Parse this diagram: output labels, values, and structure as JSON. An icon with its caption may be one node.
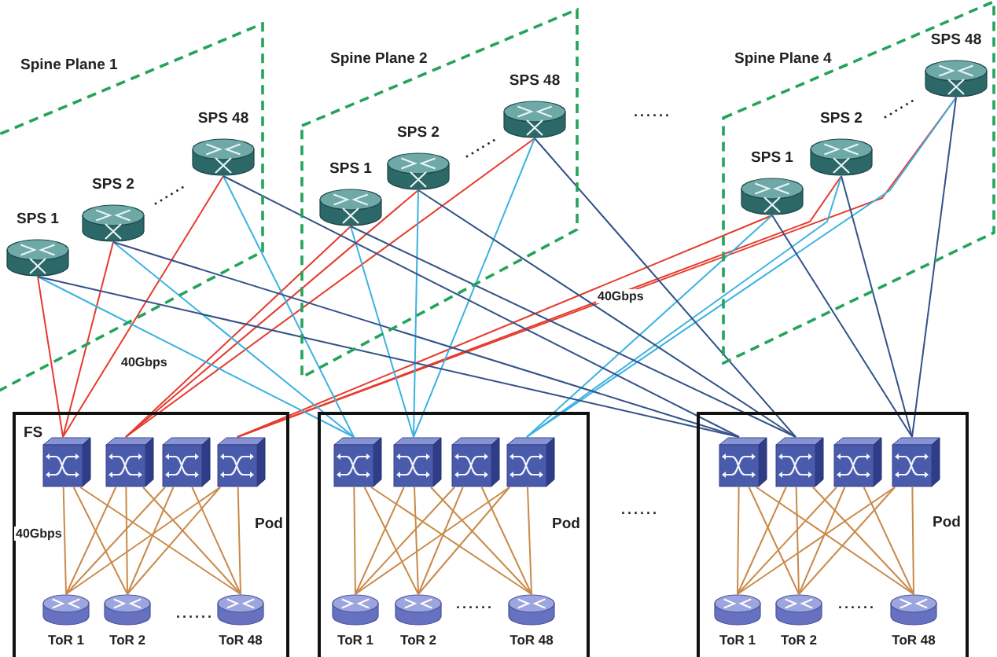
{
  "diagram": {
    "nodes": [
      {
        "text": [
          "Spine Plane 1"
        ]
      },
      {
        "text": [
          "SPS 1"
        ],
        "in": 0
      },
      {
        "text": [
          "SPS 2"
        ],
        "in": 0
      },
      {
        "text": [
          "SPS 48"
        ],
        "in": 0
      },
      {
        "text": [
          "Spine Plane 2"
        ]
      },
      {
        "text": [
          "SPS 1"
        ],
        "in": 4
      },
      {
        "text": [
          "SPS 2"
        ],
        "in": 4
      },
      {
        "text": [
          "SPS 48"
        ],
        "in": 4
      },
      {
        "text": [
          "Spine Plane 4"
        ]
      },
      {
        "text": [
          "SPS 1"
        ],
        "in": 8
      },
      {
        "text": [
          "SPS 2"
        ],
        "in": 8
      },
      {
        "text": [
          "SPS 48"
        ],
        "in": 8
      },
      {
        "text": [
          "FS",
          "Pod"
        ]
      },
      {
        "text": [],
        "shape": "box",
        "in": 12
      },
      {
        "text": [],
        "shape": "box",
        "in": 12
      },
      {
        "text": [],
        "shape": "box",
        "in": 12
      },
      {
        "text": [],
        "shape": "box",
        "in": 12
      },
      {
        "text": [
          "ToR 1"
        ],
        "in": 12
      },
      {
        "text": [
          "ToR 2"
        ],
        "in": 12
      },
      {
        "text": [
          "ToR 48"
        ],
        "in": 12
      },
      {
        "text": [
          "Pod"
        ]
      },
      {
        "text": [],
        "shape": "box",
        "in": 20
      },
      {
        "text": [],
        "shape": "box",
        "in": 20
      },
      {
        "text": [],
        "shape": "box",
        "in": 20
      },
      {
        "text": [],
        "shape": "box",
        "in": 20
      },
      {
        "text": [
          "ToR 1"
        ],
        "in": 20
      },
      {
        "text": [
          "ToR 2"
        ],
        "in": 20
      },
      {
        "text": [
          "ToR 48"
        ],
        "in": 20
      },
      {
        "text": [
          "Pod"
        ]
      },
      {
        "text": [],
        "shape": "box",
        "in": 28
      },
      {
        "text": [],
        "shape": "box",
        "in": 28
      },
      {
        "text": [],
        "shape": "box",
        "in": 28
      },
      {
        "text": [],
        "shape": "box",
        "in": 28
      },
      {
        "text": [
          "ToR 1"
        ],
        "in": 28
      },
      {
        "text": [
          "ToR 2"
        ],
        "in": 28
      },
      {
        "text": [
          "ToR 48"
        ],
        "in": 28
      }
    ],
    "edges": [
      {
        "from": 1,
        "to": 13,
        "arrow": "none",
        "color": "#e63b2e"
      },
      {
        "from": 2,
        "to": 13,
        "arrow": "none",
        "color": "#e63b2e"
      },
      {
        "from": 3,
        "to": 13,
        "arrow": "none",
        "color": "#e63b2e"
      },
      {
        "from": 5,
        "to": 14,
        "arrow": "none",
        "color": "#e63b2e"
      },
      {
        "from": 6,
        "to": 14,
        "arrow": "none",
        "color": "#e63b2e"
      },
      {
        "from": 7,
        "to": 14,
        "arrow": "none",
        "color": "#e63b2e"
      },
      {
        "from": 9,
        "to": 16,
        "arrow": "none",
        "color": "#e63b2e"
      },
      {
        "from": 10,
        "to": 16,
        "arrow": "none",
        "color": "#e63b2e"
      },
      {
        "from": 11,
        "to": 16,
        "arrow": "none",
        "color": "#e63b2e"
      },
      {
        "from": 1,
        "to": 21,
        "arrow": "none",
        "color": "#3cb2e2"
      },
      {
        "from": 2,
        "to": 21,
        "arrow": "none",
        "color": "#3cb2e2"
      },
      {
        "from": 3,
        "to": 21,
        "arrow": "none",
        "color": "#3cb2e2"
      },
      {
        "from": 5,
        "to": 22,
        "arrow": "none",
        "color": "#3cb2e2"
      },
      {
        "from": 6,
        "to": 22,
        "arrow": "none",
        "color": "#3cb2e2"
      },
      {
        "from": 7,
        "to": 22,
        "arrow": "none",
        "color": "#3cb2e2"
      },
      {
        "from": 9,
        "to": 24,
        "arrow": "none",
        "color": "#3cb2e2"
      },
      {
        "from": 10,
        "to": 24,
        "arrow": "none",
        "color": "#3cb2e2"
      },
      {
        "from": 11,
        "to": 24,
        "arrow": "none",
        "color": "#3cb2e2"
      },
      {
        "from": 1,
        "to": 29,
        "arrow": "none",
        "color": "#33528a"
      },
      {
        "from": 2,
        "to": 29,
        "arrow": "none",
        "color": "#33528a"
      },
      {
        "from": 3,
        "to": 29,
        "arrow": "none",
        "color": "#33528a"
      },
      {
        "from": 5,
        "to": 30,
        "arrow": "none",
        "color": "#33528a"
      },
      {
        "from": 6,
        "to": 30,
        "arrow": "none",
        "color": "#33528a"
      },
      {
        "from": 7,
        "to": 30,
        "arrow": "none",
        "color": "#33528a"
      },
      {
        "from": 9,
        "to": 32,
        "arrow": "none",
        "color": "#33528a"
      },
      {
        "from": 10,
        "to": 32,
        "arrow": "none",
        "color": "#33528a"
      },
      {
        "from": 11,
        "to": 32,
        "arrow": "none",
        "color": "#33528a"
      },
      {
        "from": 13,
        "to": 17,
        "arrow": "none"
      },
      {
        "from": 13,
        "to": 18,
        "arrow": "none"
      },
      {
        "from": 13,
        "to": 19,
        "arrow": "none"
      },
      {
        "from": 14,
        "to": 17,
        "arrow": "none"
      },
      {
        "from": 14,
        "to": 18,
        "arrow": "none"
      },
      {
        "from": 14,
        "to": 19,
        "arrow": "none"
      },
      {
        "from": 15,
        "to": 17,
        "arrow": "none"
      },
      {
        "from": 15,
        "to": 18,
        "arrow": "none"
      },
      {
        "from": 15,
        "to": 19,
        "arrow": "none"
      },
      {
        "from": 16,
        "to": 17,
        "arrow": "none"
      },
      {
        "from": 16,
        "to": 18,
        "arrow": "none"
      },
      {
        "from": 16,
        "to": 19,
        "arrow": "none"
      },
      {
        "from": 21,
        "to": 25,
        "arrow": "none"
      },
      {
        "from": 21,
        "to": 26,
        "arrow": "none"
      },
      {
        "from": 21,
        "to": 27,
        "arrow": "none"
      },
      {
        "from": 22,
        "to": 25,
        "arrow": "none"
      },
      {
        "from": 22,
        "to": 26,
        "arrow": "none"
      },
      {
        "from": 22,
        "to": 27,
        "arrow": "none"
      },
      {
        "from": 23,
        "to": 25,
        "arrow": "none"
      },
      {
        "from": 23,
        "to": 26,
        "arrow": "none"
      },
      {
        "from": 23,
        "to": 27,
        "arrow": "none"
      },
      {
        "from": 24,
        "to": 25,
        "arrow": "none"
      },
      {
        "from": 24,
        "to": 26,
        "arrow": "none"
      },
      {
        "from": 24,
        "to": 27,
        "arrow": "none"
      },
      {
        "from": 29,
        "to": 33,
        "arrow": "none"
      },
      {
        "from": 29,
        "to": 34,
        "arrow": "none"
      },
      {
        "from": 29,
        "to": 35,
        "arrow": "none"
      },
      {
        "from": 30,
        "to": 33,
        "arrow": "none"
      },
      {
        "from": 30,
        "to": 34,
        "arrow": "none"
      },
      {
        "from": 30,
        "to": 35,
        "arrow": "none"
      },
      {
        "from": 31,
        "to": 33,
        "arrow": "none"
      },
      {
        "from": 31,
        "to": 34,
        "arrow": "none"
      },
      {
        "from": 31,
        "to": 35,
        "arrow": "none"
      },
      {
        "from": 32,
        "to": 33,
        "arrow": "none"
      },
      {
        "from": 32,
        "to": 34,
        "arrow": "none"
      },
      {
        "from": 32,
        "to": 35,
        "arrow": "none"
      }
    ],
    "labels": [
      "......",
      "......",
      "......",
      "......",
      "40Gbps",
      "40Gbps",
      "40Gbps",
      "......",
      "......",
      "......",
      "......"
    ]
  }
}
